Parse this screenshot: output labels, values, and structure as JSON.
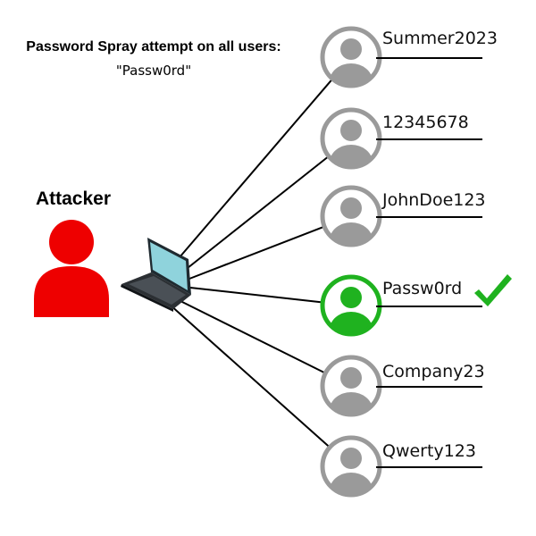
{
  "caption": {
    "title": "Password Spray attempt on all users:",
    "sprayed_password": "\"Passw0rd\""
  },
  "attacker": {
    "label": "Attacker",
    "icon": "person-icon",
    "color": "#ee0000"
  },
  "device": {
    "icon": "laptop-icon"
  },
  "colors": {
    "failed_user": "#9a9a9a",
    "success_user": "#1fb21f",
    "checkmark": "#1fb21f"
  },
  "users": [
    {
      "password": "Summer2023",
      "status": "failed"
    },
    {
      "password": "12345678",
      "status": "failed"
    },
    {
      "password": "JohnDoe123",
      "status": "failed"
    },
    {
      "password": "Passw0rd",
      "status": "success",
      "icon": "checkmark-icon"
    },
    {
      "password": "Company23",
      "status": "failed"
    },
    {
      "password": "Qwerty123",
      "status": "failed"
    }
  ]
}
